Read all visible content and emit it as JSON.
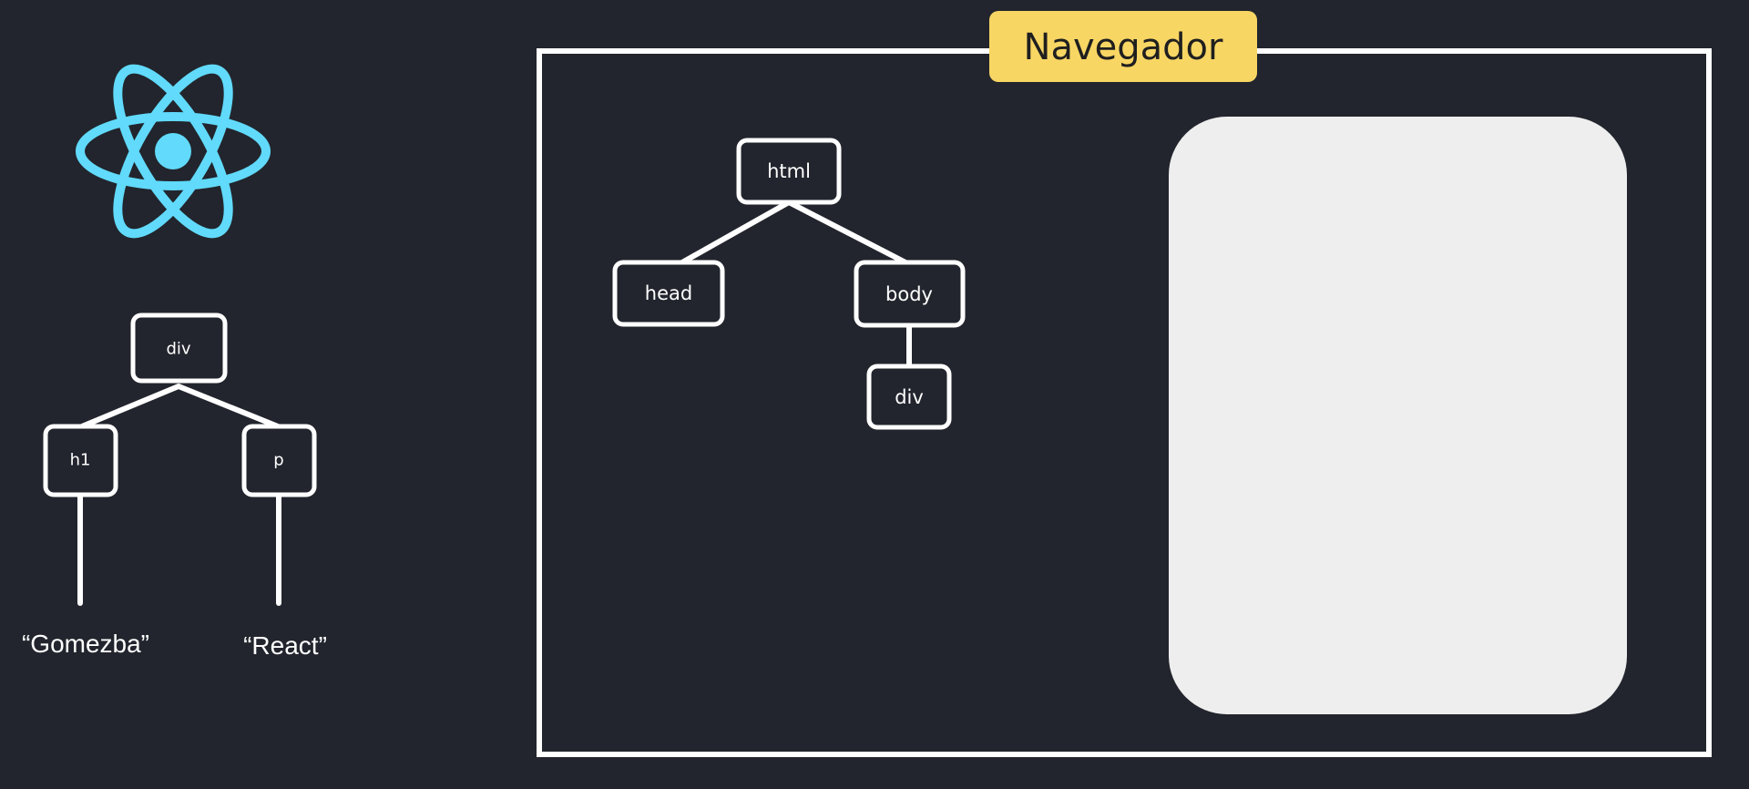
{
  "react_tree": {
    "root": "div",
    "left_child": "h1",
    "right_child": "p",
    "left_text": "“Gomezba”",
    "right_text": "“React”"
  },
  "browser": {
    "title": "Navegador",
    "accent_color": "#f8d664",
    "dom_tree": {
      "root": "html",
      "left_child": "head",
      "right_child": "body",
      "grandchild": "div"
    }
  },
  "icons": {
    "logo": "react-logo-icon",
    "logo_color": "#61dafb"
  }
}
